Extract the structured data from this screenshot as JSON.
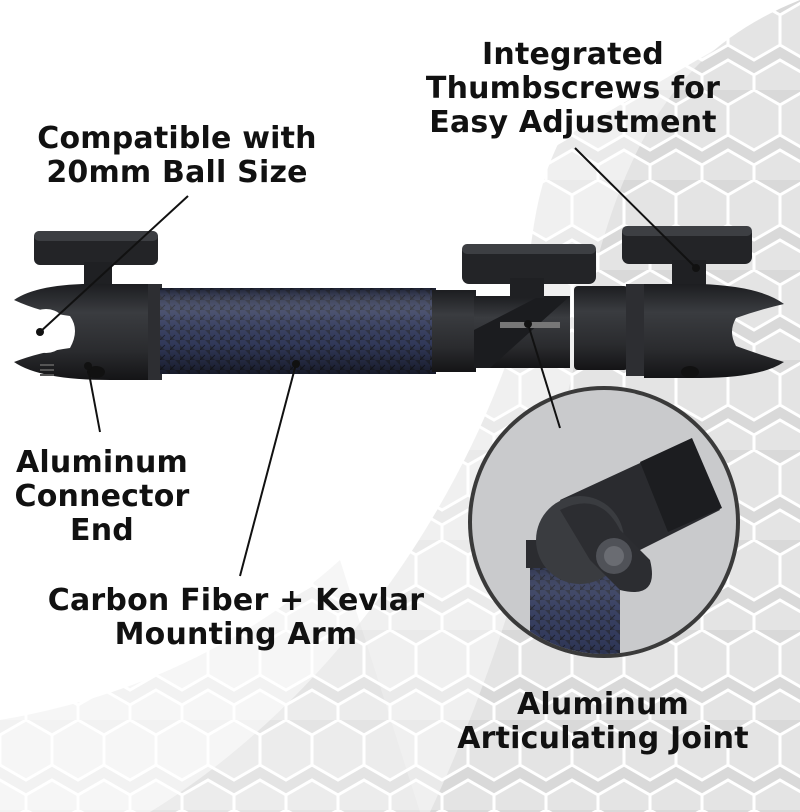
{
  "callouts": {
    "thumbscrews": {
      "line1": "Integrated",
      "line2": "Thumbscrews for",
      "line3": "Easy Adjustment"
    },
    "ball_size": {
      "line1": "Compatible with",
      "line2": "20mm Ball Size"
    },
    "connector": {
      "line1": "Aluminum",
      "line2": "Connector",
      "line3": "End"
    },
    "arm": {
      "line1": "Carbon Fiber + Kevlar",
      "line2": "Mounting Arm"
    },
    "joint": {
      "line1": "Aluminum",
      "line2": "Articulating Joint"
    }
  },
  "colors": {
    "text": "#111111",
    "background": "#ffffff",
    "hex_pattern": "#c8c8c8",
    "metal": "#2a2b2e",
    "carbon": "#2e3550",
    "inset_ring": "#3a3a3a"
  }
}
